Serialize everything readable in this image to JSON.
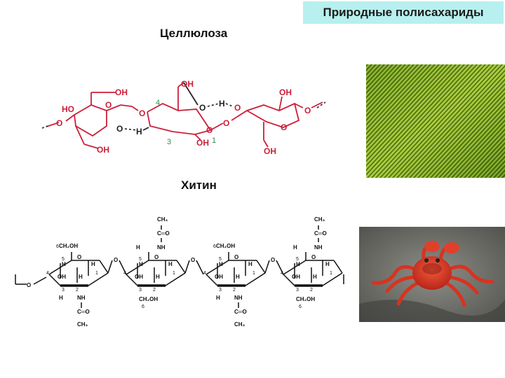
{
  "header": {
    "badge": "Природные полисахариды"
  },
  "cellulose": {
    "title": "Целлюлоза",
    "labels": {
      "ho_left": "HO",
      "oh_top1": "OH",
      "oh_bot1": "OH",
      "oh_top2": "OH",
      "oh_bot2": "OH",
      "oh_top3": "OH",
      "oh_bot3": "OH",
      "o_ring1": "O",
      "o_ring2": "O",
      "o_ring3": "O",
      "o_ring4": "O",
      "o_left": "O",
      "o_bridge1": "O",
      "o_bridge2": "O",
      "o_bridge3": "O",
      "o_hb1": "O",
      "o_hb2": "O",
      "h_hb1": "H",
      "h_hb2": "H",
      "num4": "4",
      "num3": "3",
      "num1": "1"
    },
    "colors": {
      "bond": "#cc1f3a",
      "text": "#cc1f3a",
      "hbond": "#222222",
      "number": "#2e8b57"
    }
  },
  "chitin": {
    "title": "Хитин",
    "labels": {
      "ch3": "CH₃",
      "co": "C═O",
      "nh": "NH",
      "h": "H",
      "oh": "OH",
      "o": "O",
      "ch2oh": "CH₂OH",
      "c6ch2oh": "CH₂OH",
      "six": "6",
      "n1": "1",
      "n2": "2",
      "n3": "3",
      "n4": "4",
      "n5": "5"
    }
  },
  "photos": {
    "fiber": "cellulose-fiber-photo",
    "crab": "red-crab-photo"
  }
}
